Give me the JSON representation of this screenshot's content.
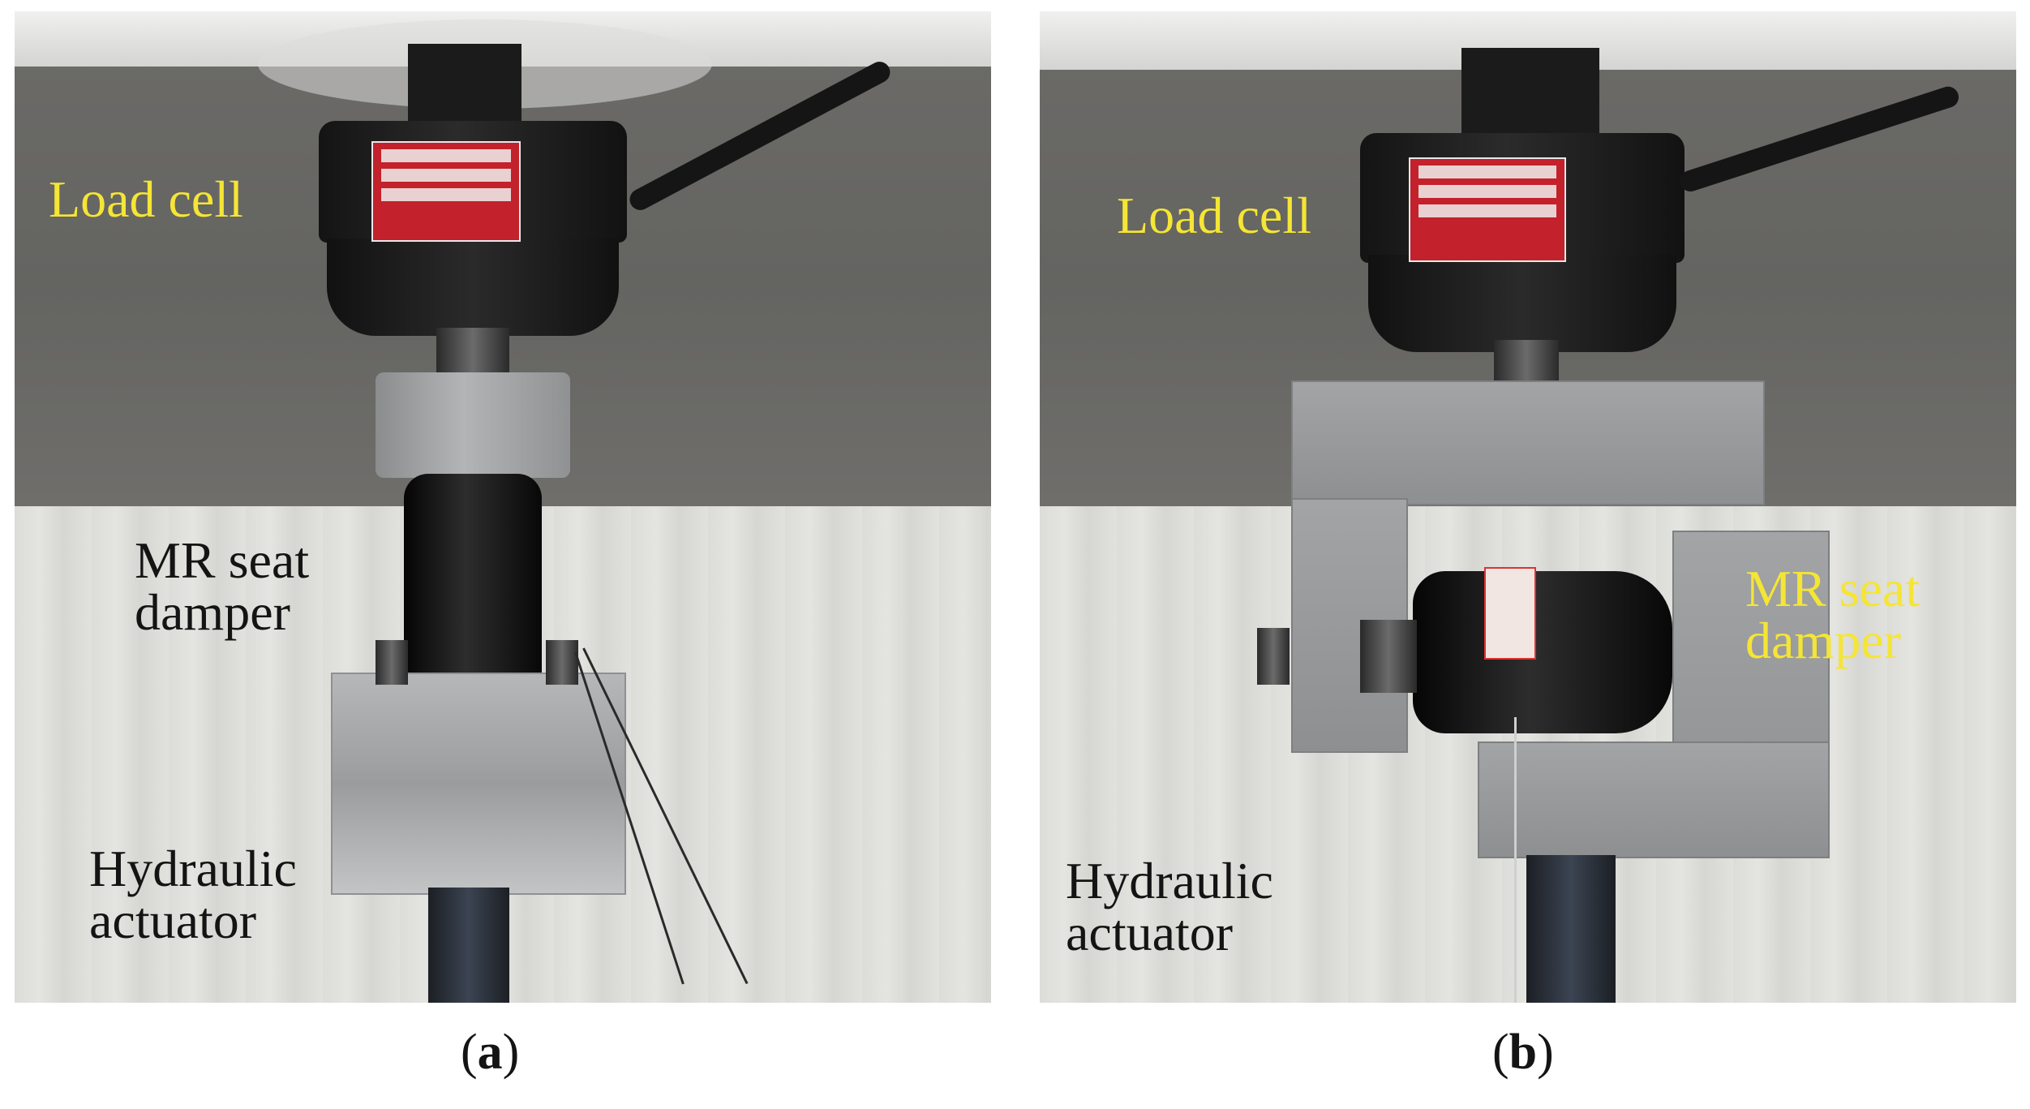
{
  "panels": [
    {
      "id": "a",
      "labels": {
        "load_cell": "Load cell",
        "damper": "MR seat\ndamper",
        "actuator": "Hydraulic\nactuator"
      },
      "caption_open": "(",
      "caption_letter": "a",
      "caption_close": ")"
    },
    {
      "id": "b",
      "labels": {
        "load_cell": "Load cell",
        "damper": "MR seat\ndamper",
        "actuator": "Hydraulic\nactuator"
      },
      "caption_open": "(",
      "caption_letter": "b",
      "caption_close": ")"
    }
  ],
  "colors": {
    "label_highlight": "#f5e535",
    "label_dark": "#141414",
    "load_cell_tag": "#c3212c"
  }
}
